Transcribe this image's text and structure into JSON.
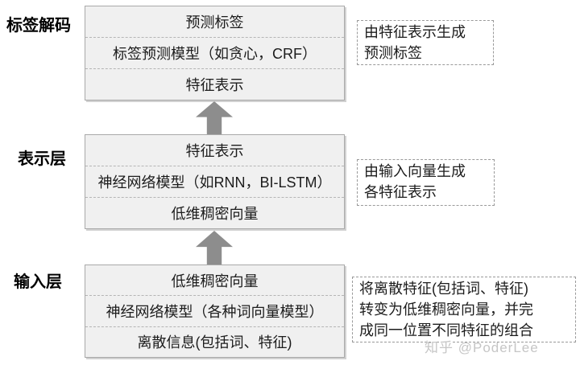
{
  "diagram": {
    "layers": [
      {
        "label": "标签解码",
        "rows": [
          "预测标签",
          "标签预测模型（如贪心，CRF）",
          "特征表示"
        ],
        "note_lines": [
          "由特征表示生成",
          "预测标签"
        ]
      },
      {
        "label": "表示层",
        "rows": [
          "特征表示",
          "神经网络模型（如RNN，BI-LSTM）",
          "低维稠密向量"
        ],
        "note_lines": [
          "由输入向量生成",
          "各特征表示"
        ]
      },
      {
        "label": "输入层",
        "rows": [
          "低维稠密向量",
          "神经网络模型（各种词向量模型）",
          "离散信息(包括词、特征)"
        ],
        "note_lines": [
          "将离散特征(包括词、特征)",
          "转变为低维稠密向量，并完",
          "成同一位置不同特征的组合"
        ]
      }
    ],
    "watermark": "知乎 @PoderLee",
    "colors": {
      "box_fill": "#f0f0f0",
      "box_border": "#a9a9a9",
      "row_divider": "#b5b5b5",
      "arrow": "#8d8d8d",
      "note_border": "#9a9a9a",
      "text": "#1c1c1c",
      "watermark": "#c6c6c6",
      "background": "#ffffff"
    }
  }
}
